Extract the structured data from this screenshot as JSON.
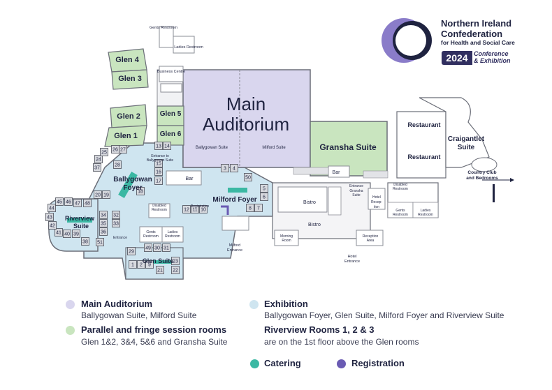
{
  "logo": {
    "org_line1": "Northern Ireland",
    "org_line2": "Confederation",
    "org_line3": "for Health and Social Care",
    "year": "2024",
    "event_line1": "Conference",
    "event_line2": "& Exhibition"
  },
  "colors": {
    "auditorium": "#d9d6ee",
    "session": "#c9e5bf",
    "exhibition": "#cfe5f0",
    "catering": "#3bb8a3",
    "registration": "#6a5bb3",
    "stand": "#d7d9de",
    "corridor": "#e9eaee",
    "wall": "#6b6e78"
  },
  "rooms": {
    "glen4": "Glen 4",
    "glen3": "Glen 3",
    "glen2": "Glen 2",
    "glen1": "Glen 1",
    "glen5": "Glen 5",
    "glen6": "Glen 6",
    "gents_top": "Gents Restroom",
    "ladies_top": "Ladies Restroom",
    "business": "Business Centre",
    "main_line1": "Main",
    "main_line2": "Auditorium",
    "ballygowan_suite": "Ballygowan Suite",
    "milford_suite": "Milford Suite",
    "gransha": "Gransha Suite",
    "restaurant1": "Restaurant",
    "restaurant2": "Restaurant",
    "craig_line1": "Craigantlet",
    "craig_line2": "Suite",
    "country_club_line1": "Country Club",
    "country_club_line2": "and Bedrooms",
    "entrance_bally_1": "Entrance to",
    "entrance_bally_2": "Ballygowan Suite",
    "bally_foyer_1": "Ballygowan",
    "bally_foyer_2": "Foyer",
    "bar1": "Bar",
    "bar2": "Bar",
    "milford_foyer": "Milford Foyer",
    "registration_label": "Registration",
    "bistro1": "Bistro",
    "bistro2": "Bistro",
    "ent_gransha_1": "Entrance",
    "ent_gransha_2": "Gransha",
    "ent_gransha_3": "Suite",
    "hotel_rec_1": "Hotel",
    "hotel_rec_2": "Recep-",
    "hotel_rec_3": "tion",
    "disabled_rr_1": "Disabled",
    "disabled_rr_2": "Restroom",
    "gents_right_1": "Gents",
    "gents_right_2": "Restroom",
    "ladies_right_1": "Ladies",
    "ladies_right_2": "Restroom",
    "riverview_1": "Riverview",
    "riverview_2": "Suite",
    "entrance_small": "Entrance",
    "disabled_left_1": "Disabled",
    "disabled_left_2": "Restroom",
    "gents_left_1": "Gents",
    "gents_left_2": "Restroom",
    "ladies_left_1": "Ladies",
    "ladies_left_2": "Restroom",
    "glen_suite": "Glen Suite",
    "milford_ent_1": "Milford",
    "milford_ent_2": "Entrance",
    "morning_1": "Morning",
    "morning_2": "Room",
    "reception_area_1": "Reception",
    "reception_area_2": "Area",
    "hotel_ent_1": "Hotel",
    "hotel_ent_2": "Entrance"
  },
  "stands": [
    "1",
    "2",
    "3",
    "4",
    "5",
    "6",
    "7",
    "8",
    "9",
    "10",
    "11",
    "12",
    "13",
    "14",
    "15",
    "16",
    "17",
    "18",
    "19",
    "20",
    "21",
    "22",
    "23",
    "24",
    "25",
    "26",
    "27",
    "28",
    "29",
    "30",
    "31",
    "32",
    "33",
    "34",
    "35",
    "36",
    "37",
    "38",
    "39",
    "40",
    "41",
    "42",
    "43",
    "44",
    "45",
    "46",
    "47",
    "48",
    "49",
    "50",
    "51"
  ],
  "legend": {
    "main_title": "Main Auditorium",
    "main_desc": "Ballygowan Suite, Milford Suite",
    "parallel_title": "Parallel and fringe session rooms",
    "parallel_desc": "Glen 1&2, 3&4, 5&6 and Gransha Suite",
    "exhibition_title": "Exhibition",
    "exhibition_desc": "Ballygowan Foyer, Glen Suite, Milford Foyer and Riverview Suite",
    "riverview_title": "Riverview Rooms 1, 2 & 3",
    "riverview_desc": "are on the 1st floor above the Glen rooms",
    "catering_label": "Catering",
    "registration_label": "Registration"
  }
}
